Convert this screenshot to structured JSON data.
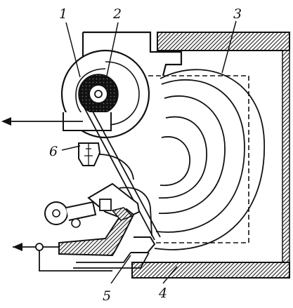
{
  "diagram": {
    "labels": {
      "l1": "1",
      "l2": "2",
      "l3": "3",
      "l4": "4",
      "l5": "5",
      "l6": "6"
    }
  },
  "colors": {
    "ink": "#111111",
    "hatch": "#2a2a2a",
    "background": "#ffffff"
  }
}
